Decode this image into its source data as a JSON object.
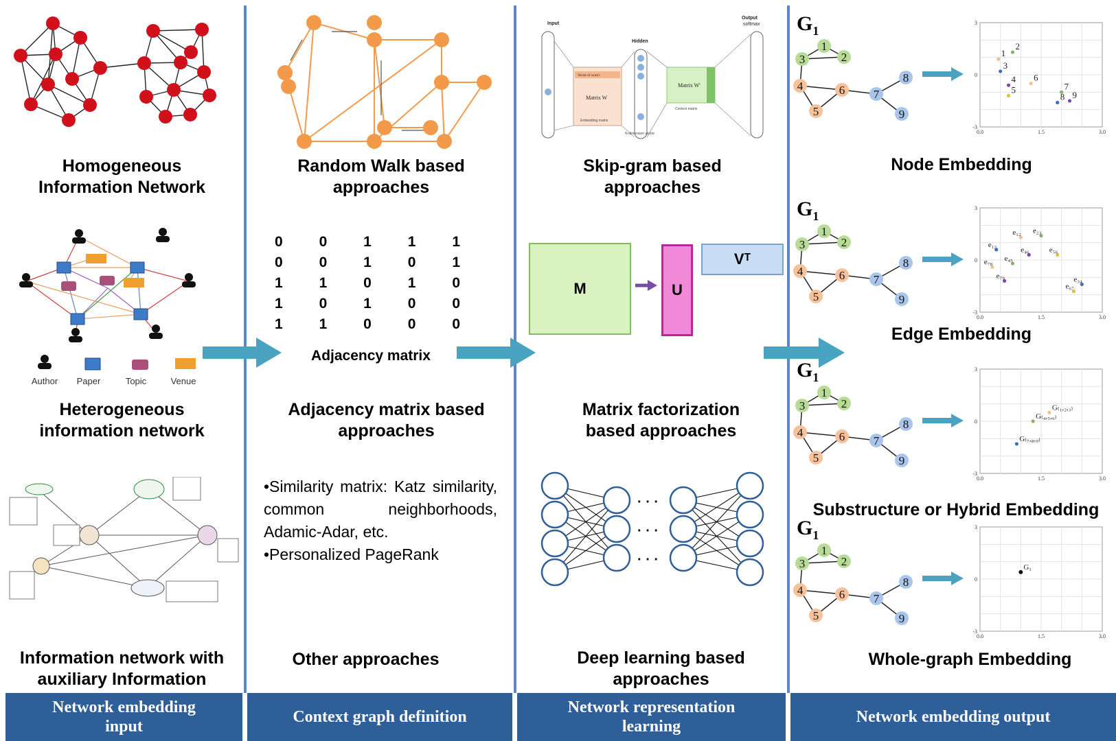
{
  "columns": {
    "input": {
      "homogeneous_caption": "Homogeneous\nInformation Network",
      "heterogeneous_caption": "Heterogeneous\ninformation network",
      "auxiliary_caption": "Information network with\nauxiliary Information",
      "legend": [
        "Author",
        "Paper",
        "Topic",
        "Venue"
      ]
    },
    "context": {
      "random_walk_caption": "Random Walk based\napproaches",
      "adjacency_matrix": [
        [
          0,
          0,
          1,
          1,
          1
        ],
        [
          0,
          0,
          1,
          0,
          1
        ],
        [
          1,
          1,
          0,
          1,
          0
        ],
        [
          1,
          0,
          1,
          0,
          0
        ],
        [
          1,
          1,
          0,
          0,
          0
        ]
      ],
      "adjacency_label": "Adjacency matrix",
      "adjacency_caption": "Adjacency matrix based\napproaches",
      "other_text": "•Similarity matrix: Katz similarity, common neighborhoods, Adamic-Adar, etc.\n•Personalized PageRank",
      "other_caption": "Other approaches"
    },
    "representation": {
      "skipgram_caption": "Skip-gram based\napproaches",
      "skipgram_labels": {
        "input": "Input",
        "hidden": "Hidden",
        "output": "Output",
        "softmax": "softmax",
        "matrix_w": "Matrix W",
        "matrix_w2": "Matrix W'",
        "embedding_matrix": "Embedding matrix",
        "context_matrix": "Context matrix",
        "n_dim": "N-dimension vector",
        "vector_word": "Vector of word i"
      },
      "mf_labels": {
        "m": "M",
        "u": "U",
        "v": "Vᵀ"
      },
      "mf_caption": "Matrix factorization\nbased approaches",
      "dl_caption": "Deep learning based\napproaches",
      "dots": "· · ·"
    },
    "output": {
      "graph_title": "G",
      "graph_sub": "1",
      "node_caption": "Node Embedding",
      "edge_caption": "Edge Embedding",
      "substructure_caption": "Substructure or Hybrid Embedding",
      "whole_caption": "Whole-graph Embedding",
      "plot_ticks_x": [
        "0.0",
        "1.5",
        "3.0"
      ],
      "plot_ticks_y": [
        "3",
        "0",
        "-3"
      ],
      "node_points": [
        "1",
        "2",
        "3",
        "4",
        "5",
        "6",
        "7",
        "8",
        "9"
      ],
      "edge_points": [
        "e₁₂",
        "e₂₃",
        "e₁₃",
        "e₄₆",
        "e₅₆",
        "e₇₈",
        "e₄₅",
        "e₃₄",
        "e₇₉",
        "e₆₇"
      ],
      "sub_points": [
        "G₍₁,₂,₃₎",
        "G₍₄,₅,₆₎",
        "G₍₇,₈,₉₎"
      ],
      "whole_points": [
        "G₁"
      ]
    }
  },
  "footer": {
    "input": "Network embedding\ninput",
    "context": "Context graph definition",
    "representation": "Network representation\nlearning",
    "output": "Network embedding output"
  },
  "colors": {
    "red_node": "#d0101a",
    "orange_node": "#f39a4a",
    "separator": "#5c87c8",
    "footer_bg": "#2e5f98",
    "arrow": "#4aa3c0",
    "green_node": "#b8dc98",
    "peach_node": "#f6c29c",
    "blue_node": "#a9c6ea"
  }
}
